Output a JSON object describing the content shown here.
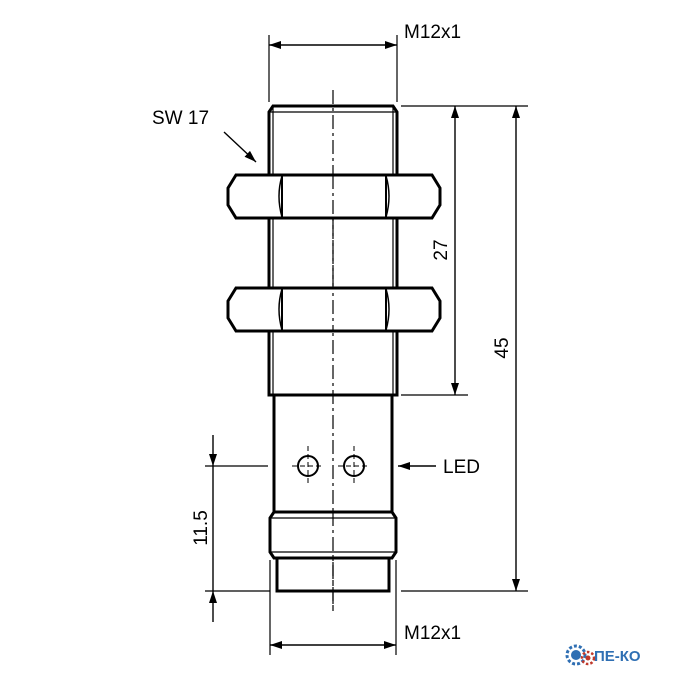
{
  "labels": {
    "thread_top": "M12x1",
    "thread_bottom": "M12x1",
    "wrench_size": "SW 17",
    "dim_nut_length": "27",
    "dim_total_length": "45",
    "dim_led_height": "11.5",
    "led": "LED"
  },
  "brand": {
    "text": "ПЕ-КО",
    "logo_icon": "gear-logo-icon",
    "colors": {
      "gear_blue": "#2f6fb3",
      "gear_red": "#c0392b"
    }
  },
  "colors": {
    "line": "#000000",
    "background": "#ffffff"
  }
}
